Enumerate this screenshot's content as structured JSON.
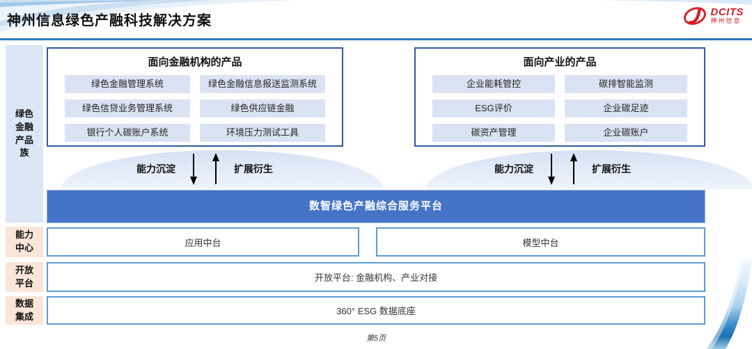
{
  "page": {
    "title": "神州信息绿色产融科技解决方案",
    "footer": "第5页"
  },
  "logo": {
    "icon": "dcits-swoosh-logo",
    "brand": "DCITS",
    "company": "神州信息"
  },
  "sidebar": {
    "family": "绿色金融产品族",
    "capability_center": "能力中心",
    "open_platform": "开放平台",
    "data_integration": "数据集成"
  },
  "financial_products": {
    "title": "面向金融机构的产品",
    "items": [
      "绿色金融管理系统",
      "绿色金融信息报送监测系统",
      "绿色信贷业务管理系统",
      "绿色供应链金融",
      "银行个人碳账户系统",
      "环境压力测试工具"
    ]
  },
  "industry_products": {
    "title": "面向产业的产品",
    "items": [
      "企业能耗管控",
      "碳排智能监测",
      "ESG评价",
      "企业碳足迹",
      "碳资产管理",
      "企业碳账户"
    ]
  },
  "arrows": {
    "down_label": "能力沉淀",
    "up_label": "扩展衍生"
  },
  "platform_banner": "数智绿色产融综合服务平台",
  "middle_platforms": {
    "application": "应用中台",
    "model": "模型中台"
  },
  "open_platform_row": "开放平台: 金融机构、产业对接",
  "data_base_row": "360° ESG 数据底座",
  "colors": {
    "banner_blue": "#4574c6",
    "box_border_dark_blue": "#2e5aa2",
    "row_border_blue": "#5b9bd5",
    "chip_light_blue": "#dae3f3",
    "sidebar_light_blue": "#dbe7f7",
    "sidebar_peach": "#fbe5d8",
    "divider_blue": "#2b7bc0",
    "logo_red": "#d6212b"
  }
}
